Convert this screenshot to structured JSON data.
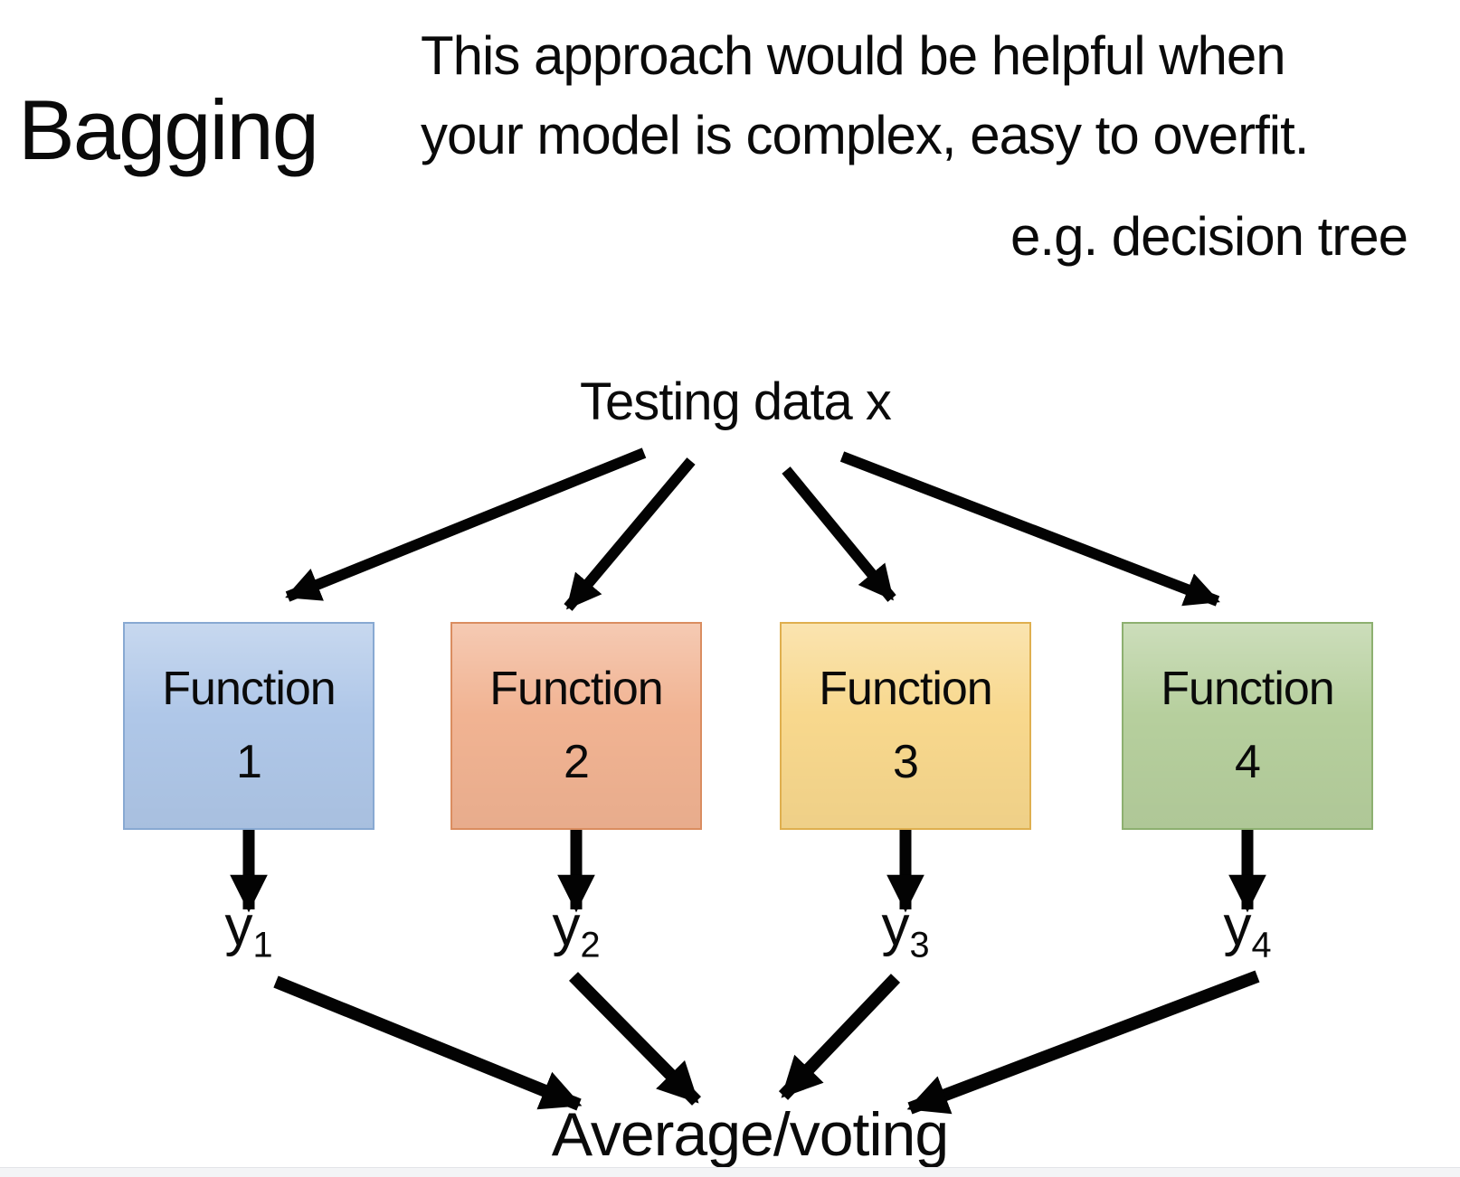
{
  "title": "Bagging",
  "note": {
    "line1": "This approach would be helpful when",
    "line2": "your model is complex, easy to overfit.",
    "example": "e.g. decision tree"
  },
  "diagram": {
    "source_label": "Testing data x",
    "sink_label": "Average/voting",
    "arrow_color": "#030303",
    "functions": [
      {
        "name": "Function",
        "number": "1",
        "fill": "#AFC7E8",
        "border": "#88A9D2"
      },
      {
        "name": "Function",
        "number": "2",
        "fill": "#F1B392",
        "border": "#DA8D60"
      },
      {
        "name": "Function",
        "number": "3",
        "fill": "#F8D88D",
        "border": "#DFAF4F"
      },
      {
        "name": "Function",
        "number": "4",
        "fill": "#B6CF9D",
        "border": "#8DB070"
      }
    ],
    "outputs": [
      {
        "base": "y",
        "sub": "1"
      },
      {
        "base": "y",
        "sub": "2"
      },
      {
        "base": "y",
        "sub": "3"
      },
      {
        "base": "y",
        "sub": "4"
      }
    ]
  }
}
